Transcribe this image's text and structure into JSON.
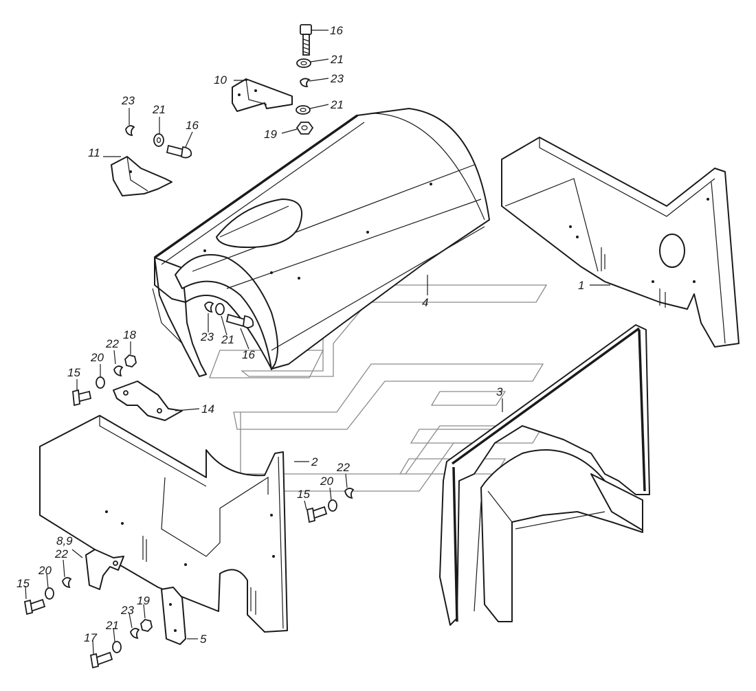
{
  "diagram": {
    "labels": {
      "l1": "1",
      "l2": "2",
      "l3": "3",
      "l4": "4",
      "l5": "5",
      "l89": "8,9",
      "l10": "10",
      "l11": "11",
      "l14": "14",
      "l15a": "15",
      "l15b": "15",
      "l15c": "15",
      "l16a": "16",
      "l16b": "16",
      "l16c": "16",
      "l17": "17",
      "l18": "18",
      "l19a": "19",
      "l19b": "19",
      "l20a": "20",
      "l20b": "20",
      "l20c": "20",
      "l21a": "21",
      "l21b": "21",
      "l21c": "21",
      "l21d": "21",
      "l21e": "21",
      "l22a": "22",
      "l22b": "22",
      "l22c": "22",
      "l23a": "23",
      "l23b": "23",
      "l23c": "23",
      "l23d": "23"
    }
  }
}
